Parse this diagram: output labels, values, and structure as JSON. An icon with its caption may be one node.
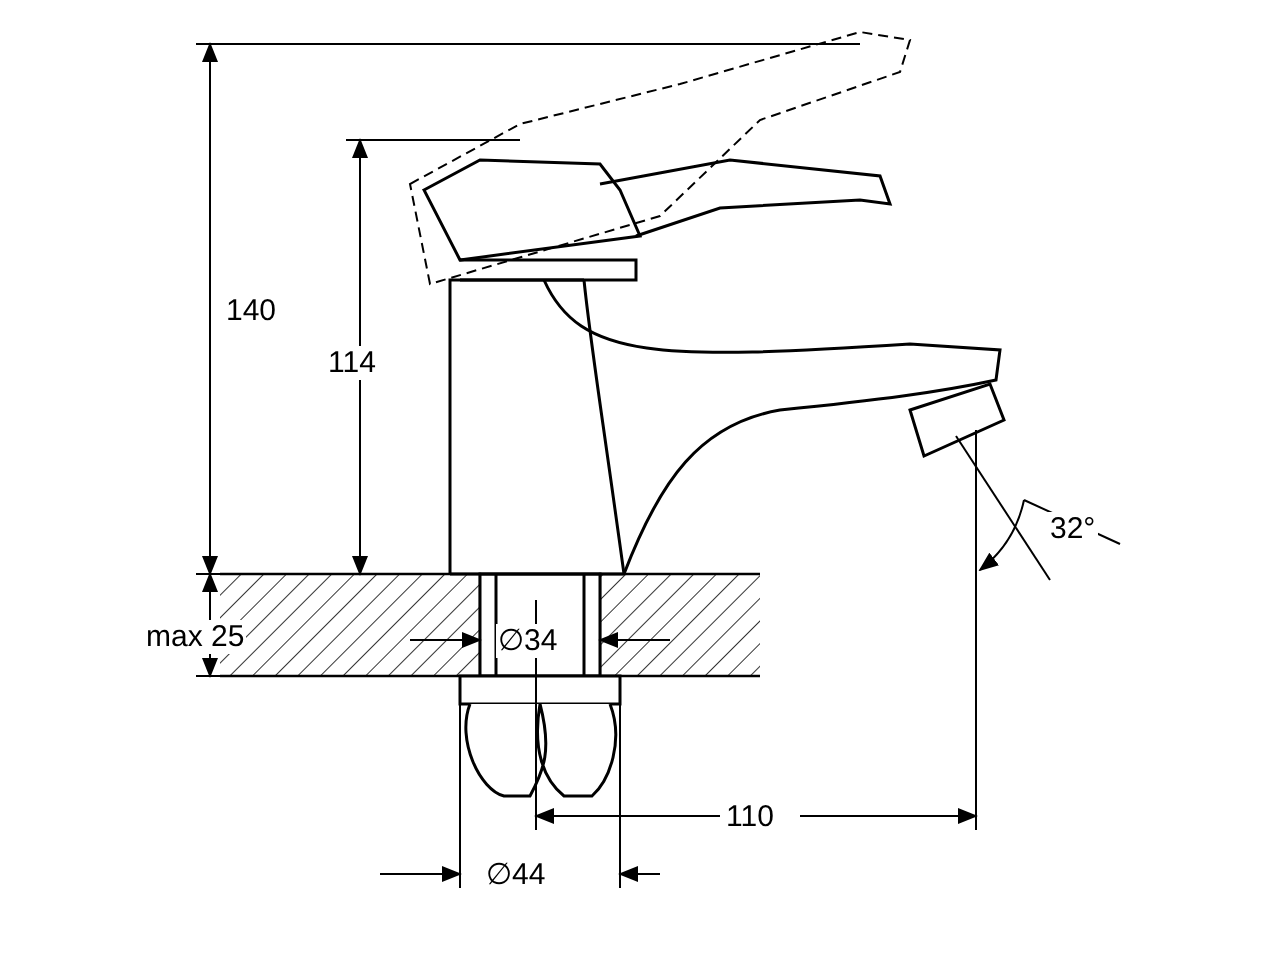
{
  "diagram": {
    "labels": [
      "140",
      "114",
      "32°",
      "max 25",
      "∅34",
      "110",
      "∅44"
    ]
  }
}
